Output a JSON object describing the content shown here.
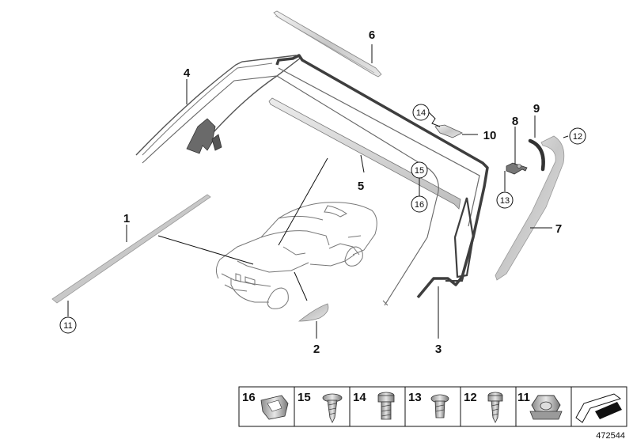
{
  "diagram": {
    "callouts": [
      "1",
      "2",
      "3",
      "4",
      "5",
      "6",
      "7",
      "8",
      "9",
      "10"
    ],
    "circled_callouts": [
      "11",
      "12",
      "13",
      "14",
      "15",
      "16"
    ],
    "parts_strip": [
      "16",
      "15",
      "14",
      "13",
      "12",
      "11"
    ],
    "diagram_id": "472544"
  }
}
